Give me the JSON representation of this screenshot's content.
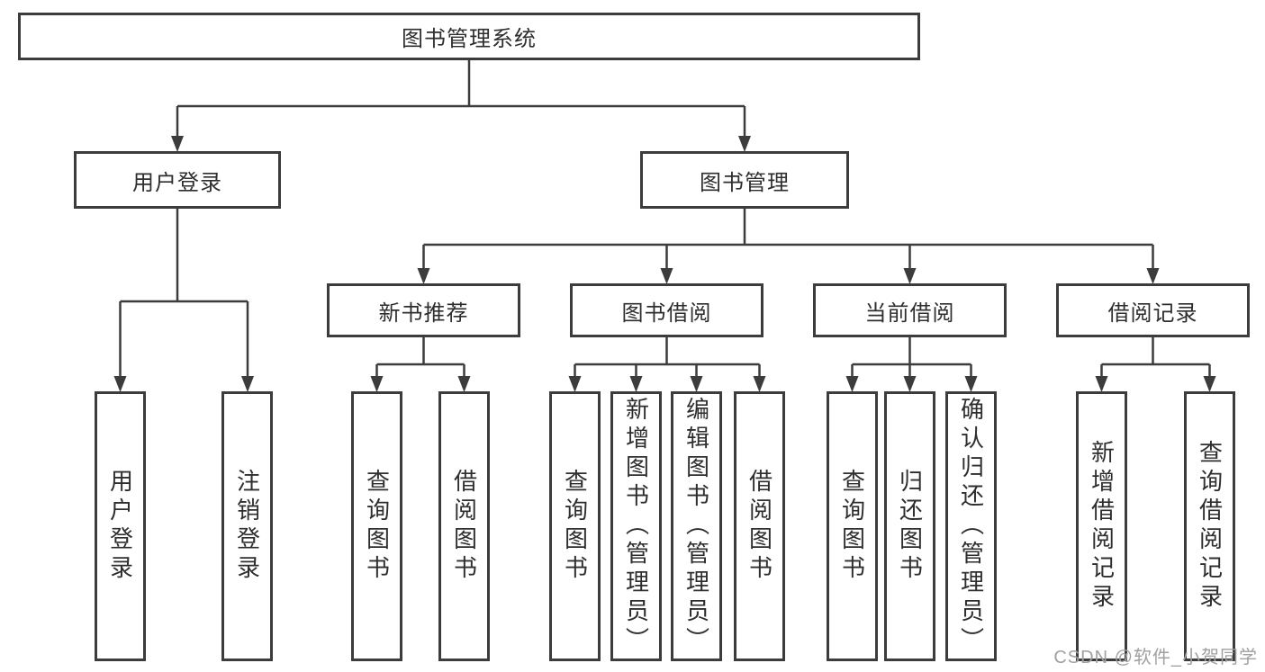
{
  "diagram_type": "tree",
  "colors": {
    "line": "#3c3c3c",
    "border": "#3c3c3c",
    "text": "#2e2e2e",
    "background": "#ffffff",
    "watermark": "#a0a0a0"
  },
  "root": {
    "label": "图书管理系统",
    "children": [
      {
        "label": "用户登录",
        "children": [
          {
            "label": "用户登录"
          },
          {
            "label": "注销登录"
          }
        ]
      },
      {
        "label": "图书管理",
        "children": [
          {
            "label": "新书推荐",
            "children": [
              {
                "label": "查询图书"
              },
              {
                "label": "借阅图书"
              }
            ]
          },
          {
            "label": "图书借阅",
            "children": [
              {
                "label": "查询图书"
              },
              {
                "label": "新增图书（管理员）"
              },
              {
                "label": "编辑图书（管理员）"
              },
              {
                "label": "借阅图书"
              }
            ]
          },
          {
            "label": "当前借阅",
            "children": [
              {
                "label": "查询图书"
              },
              {
                "label": "归还图书"
              },
              {
                "label": "确认归还（管理员）"
              }
            ]
          },
          {
            "label": "借阅记录",
            "children": [
              {
                "label": "新增借阅记录"
              },
              {
                "label": "查询借阅记录"
              }
            ]
          }
        ]
      }
    ]
  },
  "watermark": "CSDN @软件_小贺同学"
}
